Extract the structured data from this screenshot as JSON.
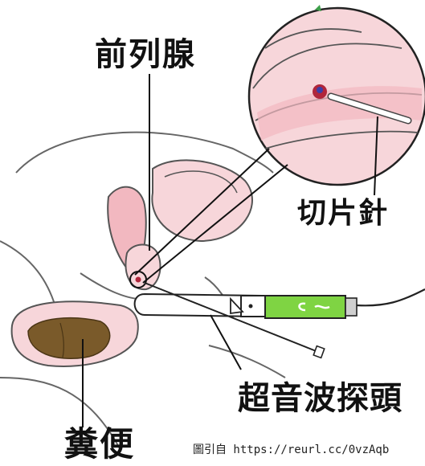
{
  "labels": {
    "prostate": "前列腺",
    "biopsy_needle": "切片針",
    "ultrasound_probe": "超音波探頭",
    "feces": "糞便"
  },
  "credit": "圖引自 https://reurl.cc/0vzAqb",
  "colors": {
    "tissue_fill": "#f7d6da",
    "tissue_stroke": "#555555",
    "inner_fill": "#f2b8c0",
    "feces": "#7a5a2a",
    "probe_handle": "#7fd443",
    "lesion": "#b0263b",
    "lesion_blue": "#3b3fa6"
  }
}
